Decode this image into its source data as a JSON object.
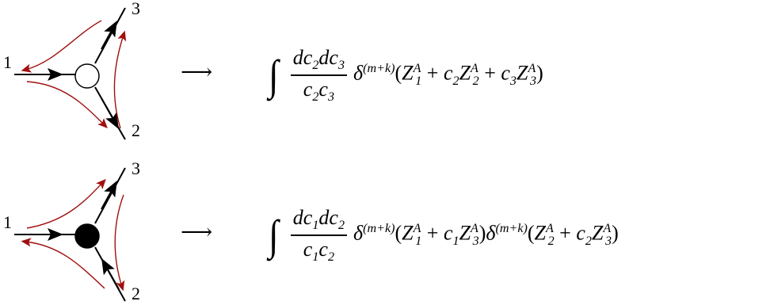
{
  "diagrams": [
    {
      "vertex": "white",
      "labels": {
        "leg1": "1",
        "leg2": "2",
        "leg3": "3"
      },
      "arrow": "⟶",
      "formula": {
        "numerator": "dc₂dc₃",
        "denominator": "c₂c₃",
        "body": "δ^(m+k)(Z_1^A + c_2 Z_2^A + c_3 Z_3^A)"
      }
    },
    {
      "vertex": "black",
      "labels": {
        "leg1": "1",
        "leg2": "2",
        "leg3": "3"
      },
      "arrow": "⟶",
      "formula": {
        "numerator": "dc₁dc₂",
        "denominator": "c₁c₂",
        "body": "δ^(m+k)(Z_1^A + c_1 Z_3^A)δ^(m+k)(Z_2^A + c_2 Z_3^A)"
      }
    }
  ],
  "colors": {
    "line": "#000000",
    "flow": "#a01010"
  }
}
